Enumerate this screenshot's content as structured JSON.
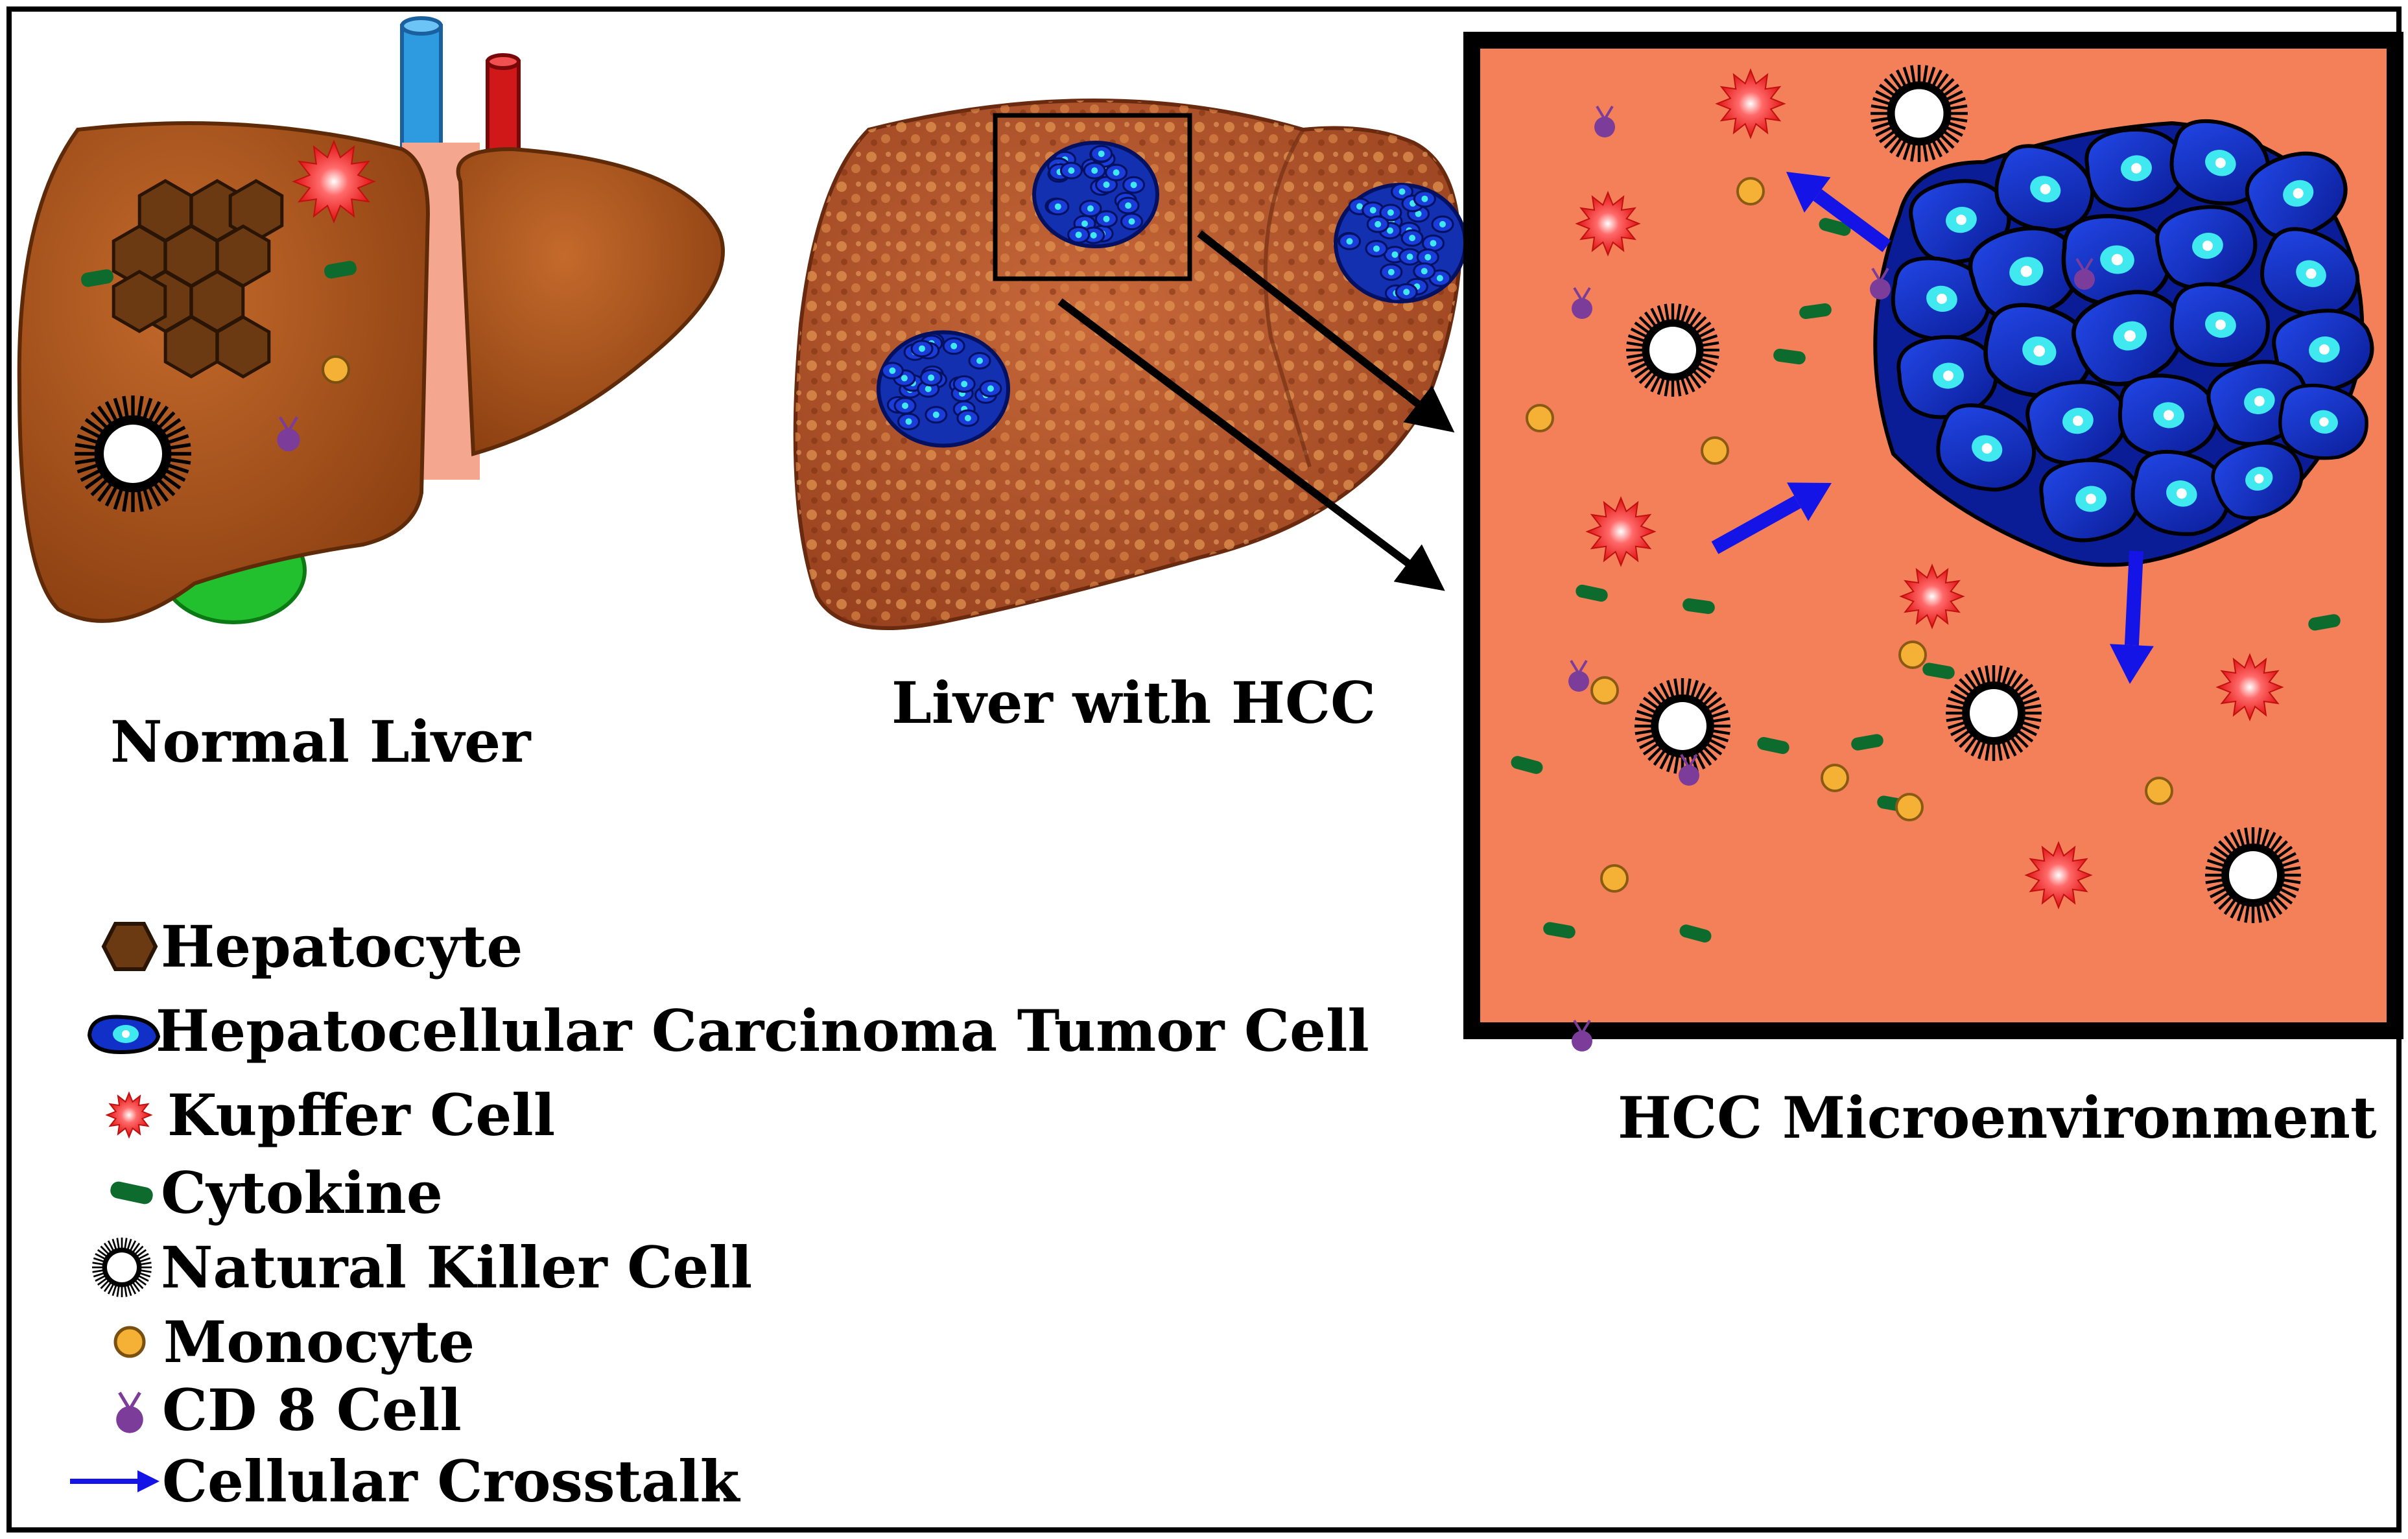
{
  "captions": {
    "normal_liver": "Normal Liver",
    "liver_with_hcc": "Liver with HCC",
    "microenvironment": "HCC Microenvironment"
  },
  "legend": [
    {
      "icon": "hepatocyte-icon",
      "label": "Hepatocyte"
    },
    {
      "icon": "tumor-cell-icon",
      "label": "Hepatocellular Carcinoma Tumor Cell"
    },
    {
      "icon": "kupffer-cell-icon",
      "label": "Kupffer Cell"
    },
    {
      "icon": "cytokine-icon",
      "label": "Cytokine"
    },
    {
      "icon": "nk-cell-icon",
      "label": "Natural Killer Cell"
    },
    {
      "icon": "monocyte-icon",
      "label": "Monocyte"
    },
    {
      "icon": "cd8-cell-icon",
      "label": "CD 8 Cell"
    },
    {
      "icon": "crosstalk-arrow-icon",
      "label": "Cellular Crosstalk"
    }
  ],
  "colors": {
    "microenvironment_bg": "#F4805A",
    "liver_normal": "#A8521A",
    "liver_hcc": "#B4552C",
    "tumor_cell": "#1030C8",
    "tumor_nucleus": "#40E8F0",
    "kupffer": "#F02828",
    "cytokine": "#0E6B2E",
    "monocyte": "#F5B135",
    "cd8": "#7B3D99",
    "crosstalk_arrow": "#1414E6",
    "hepatocyte": "#6B3A12"
  }
}
